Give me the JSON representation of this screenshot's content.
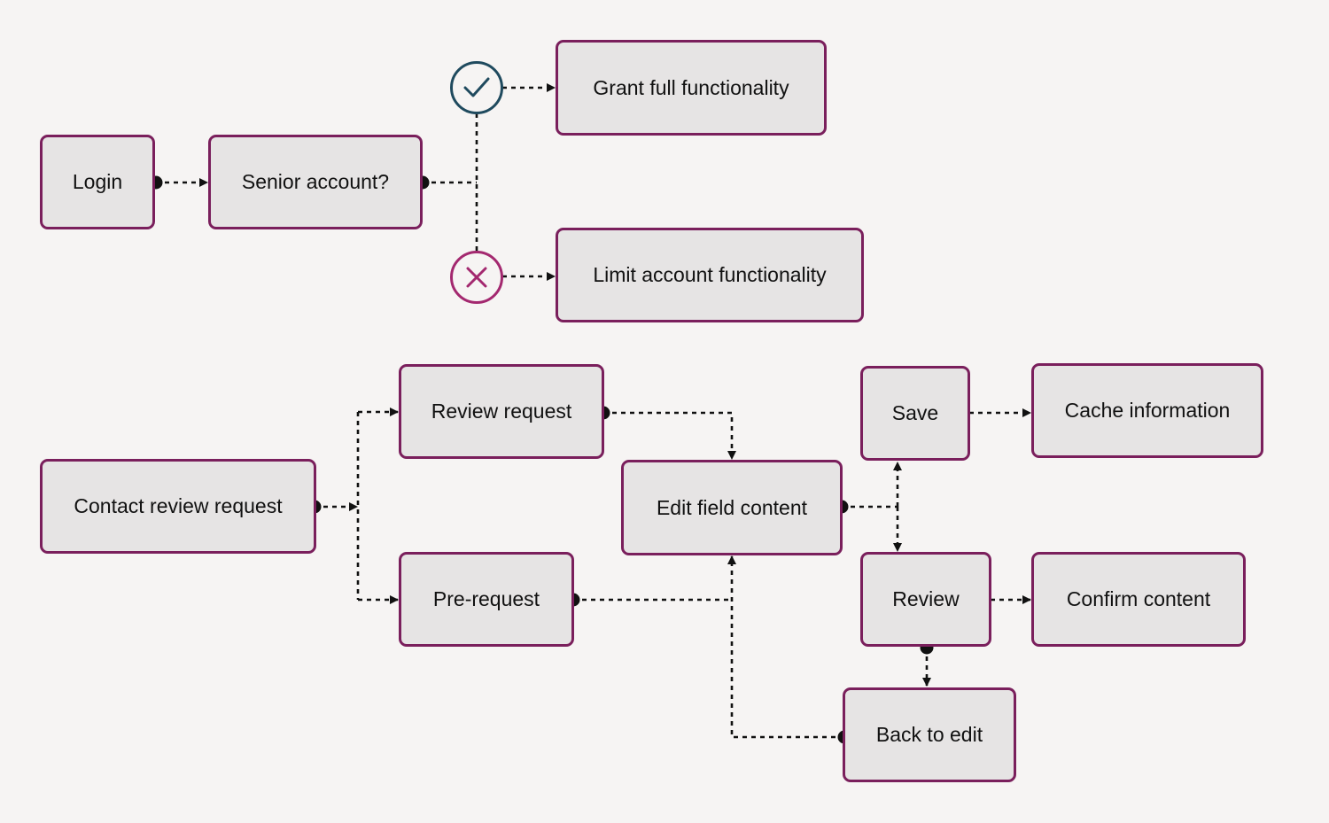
{
  "colors": {
    "background": "#f6f4f3",
    "node_fill": "#e6e4e4",
    "node_border": "#7a1f5c",
    "check": "#1f4a5e",
    "cross": "#a3286f",
    "connector": "#111111"
  },
  "nodes": {
    "login": "Login",
    "senior_account": "Senior account?",
    "grant_full": "Grant full functionality",
    "limit_account": "Limit account functionality",
    "contact_review": "Contact review request",
    "review_request": "Review request",
    "pre_request": "Pre-request",
    "edit_field": "Edit field content",
    "save": "Save",
    "cache_information": "Cache information",
    "review": "Review",
    "confirm_content": "Confirm content",
    "back_to_edit": "Back to edit"
  },
  "icons": {
    "yes": "check-icon",
    "no": "cross-icon"
  }
}
